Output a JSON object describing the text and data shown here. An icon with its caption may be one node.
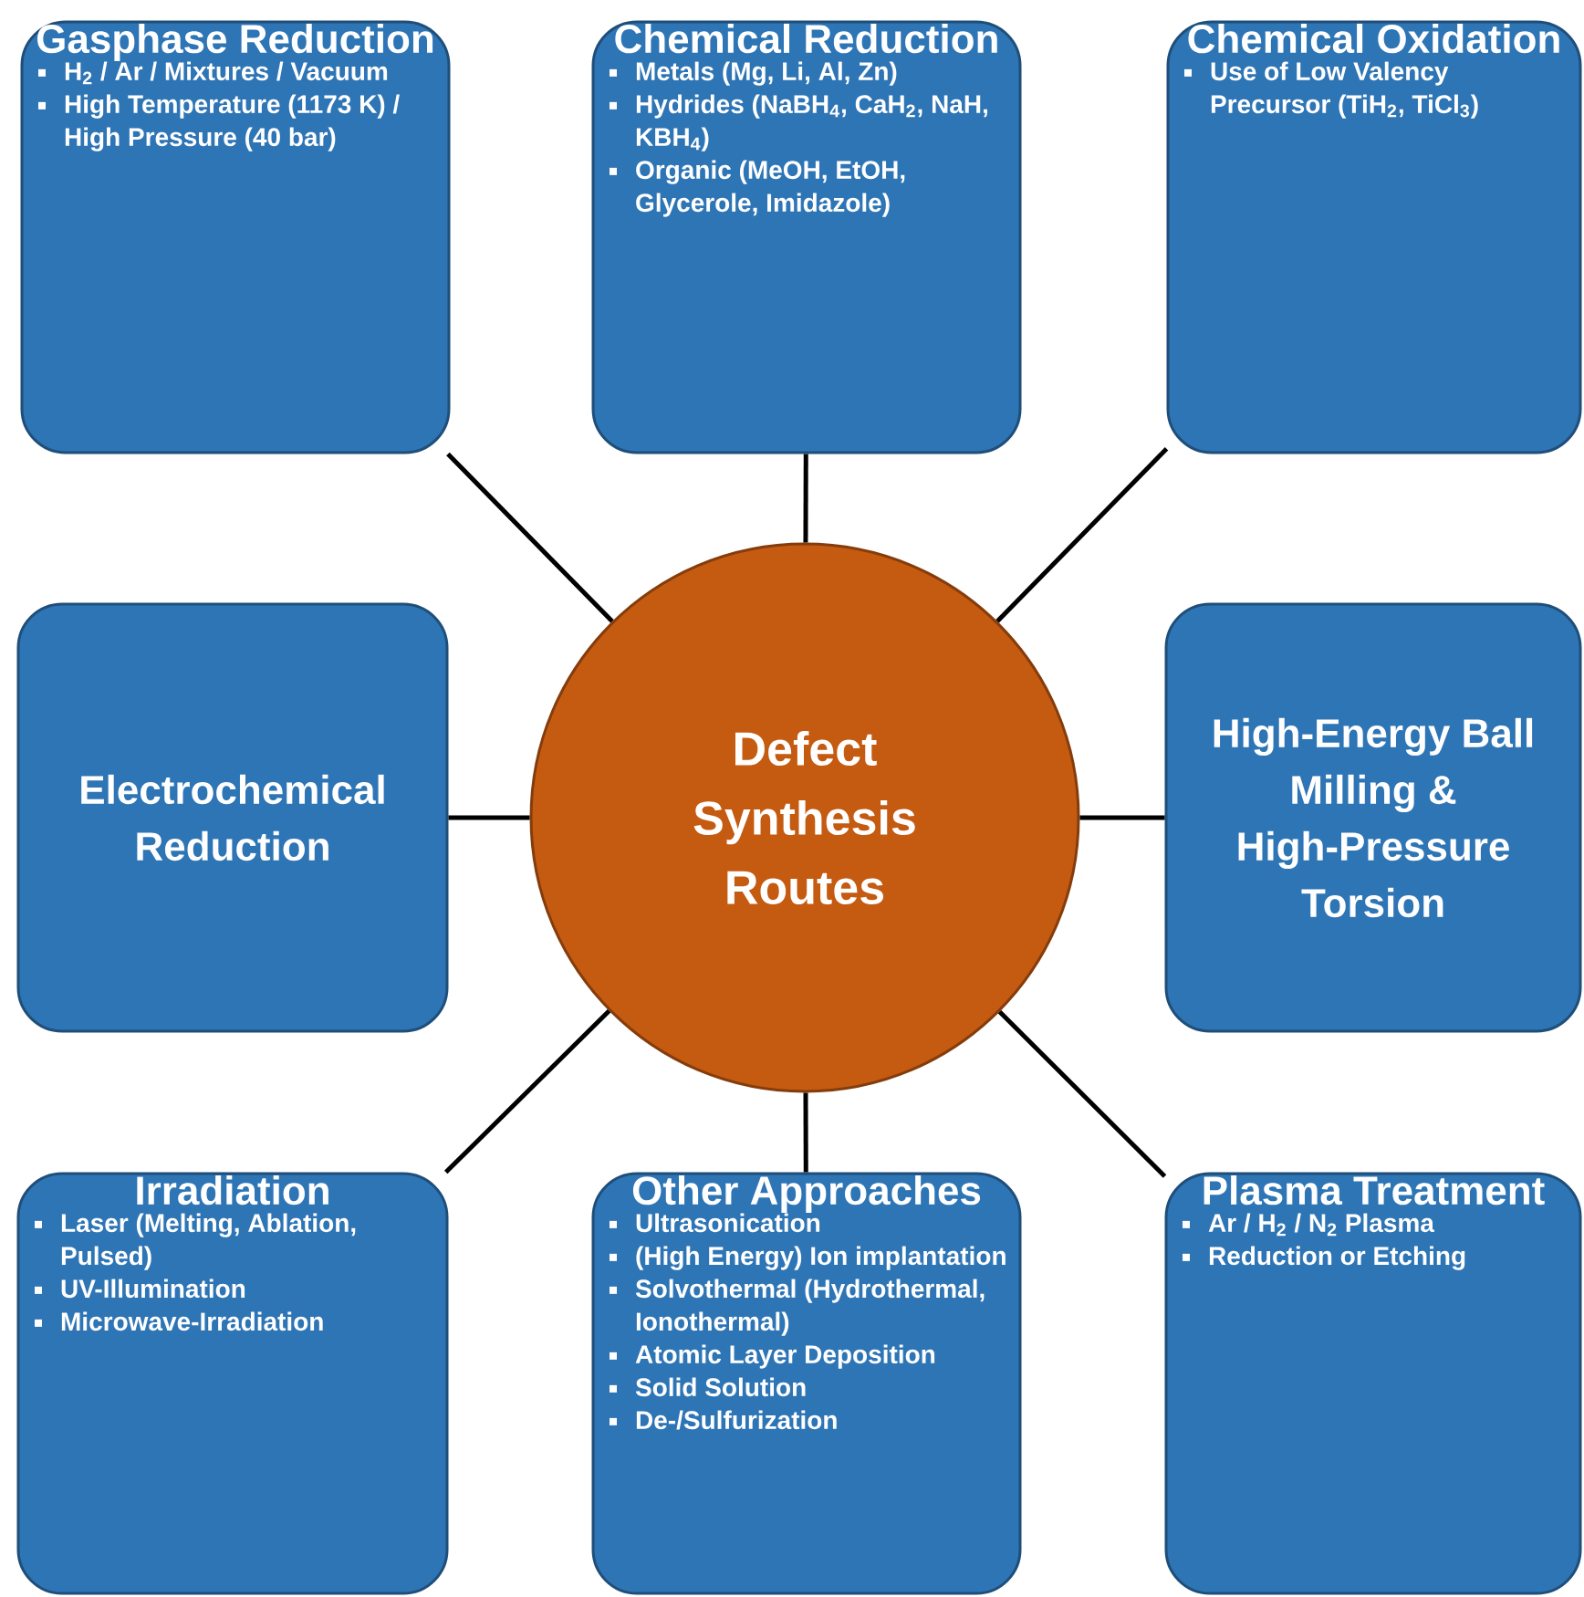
{
  "diagram": {
    "nodes": [
      {
        "text": [
          "Defect Synthesis Routes"
        ]
      },
      {
        "text": [
          "Gasphase Reduction",
          "H$_{2}$ / Ar / Mixtures / Vacuum",
          "High Temperature (1173 K) / High Pressure (40 bar)"
        ]
      },
      {
        "text": [
          "Chemical Reduction",
          "Metals (Mg, Li, Al, Zn)",
          "Hydrides (NaBH$_{4}$, CaH$_{2}$, NaH, KBH$_{4}$)",
          "Organic (MeOH, EtOH, Glycerole, Imidazole)"
        ]
      },
      {
        "text": [
          "Chemical Oxidation",
          "Use of Low Valency Precursor (TiH$_{2}$, TiCl$_{3}$)"
        ]
      },
      {
        "text": [
          "Electrochemical Reduction"
        ]
      },
      {
        "text": [
          "High-Energy Ball Milling & High-Pressure Torsion"
        ]
      },
      {
        "text": [
          "Irradiation",
          "Laser (Melting, Ablation, Pulsed)",
          "UV-Illumination",
          "Microwave-Irradiation"
        ]
      },
      {
        "text": [
          "Other Approaches",
          "Ultrasonication",
          "(High Energy) Ion implantation",
          "Solvothermal (Hydrothermal, Ionothermal)",
          "Atomic Layer Deposition",
          "Solid Solution",
          "De-/Sulfurization"
        ]
      },
      {
        "text": [
          "Plasma Treatment",
          "Ar / H$_{2}$ / N$_{2}$ Plasma",
          "Reduction or Etching"
        ]
      }
    ],
    "edges": [
      {
        "from": 0,
        "to": 1,
        "arrow": "none"
      },
      {
        "from": 0,
        "to": 2,
        "arrow": "none"
      },
      {
        "from": 0,
        "to": 3,
        "arrow": "none"
      },
      {
        "from": 0,
        "to": 4,
        "arrow": "none"
      },
      {
        "from": 0,
        "to": 5,
        "arrow": "none"
      },
      {
        "from": 0,
        "to": 6,
        "arrow": "none"
      },
      {
        "from": 0,
        "to": 7,
        "arrow": "none"
      },
      {
        "from": 0,
        "to": 8,
        "arrow": "none"
      }
    ]
  }
}
